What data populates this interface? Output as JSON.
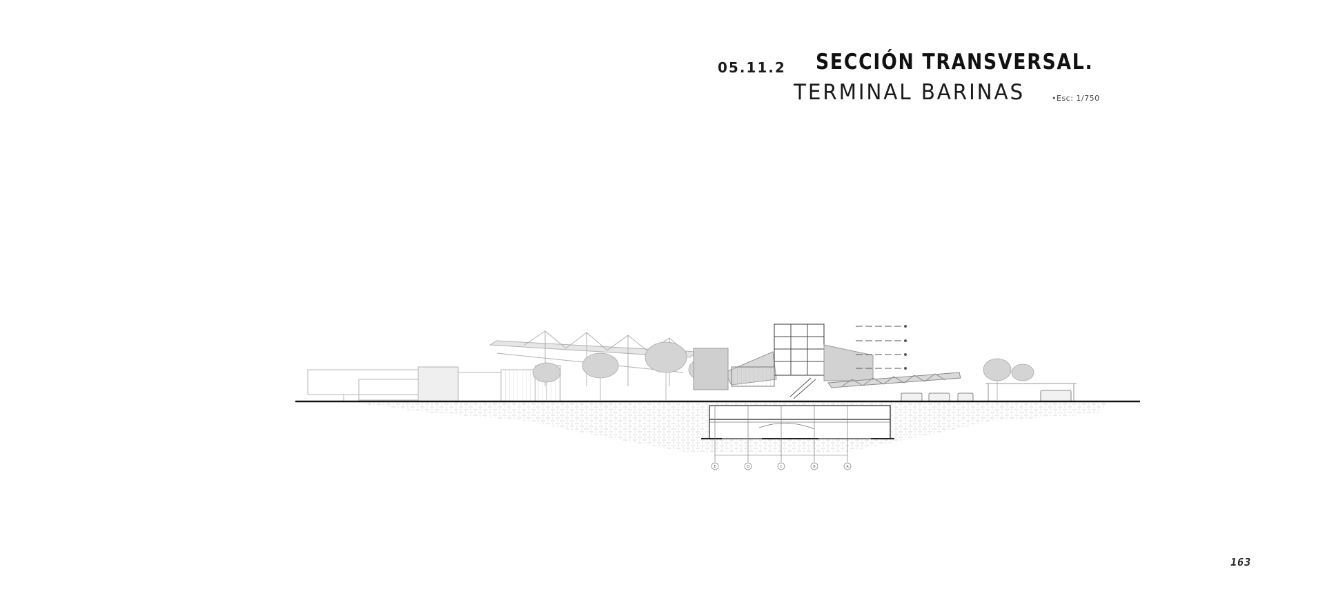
{
  "header": {
    "section_number": "05.11.2",
    "title": "SECCIÓN TRANSVERSAL.",
    "subtitle": "TERMINAL BARINAS",
    "scale": "•Esc: 1/750"
  },
  "drawing": {
    "axis_labels": [
      "E",
      "D",
      "C",
      "B",
      "A"
    ]
  },
  "footer": {
    "page_number": "163"
  },
  "colors": {
    "ink": "#111111",
    "line_gray": "#9a9a9a",
    "fill_light": "#dcdcdc"
  }
}
